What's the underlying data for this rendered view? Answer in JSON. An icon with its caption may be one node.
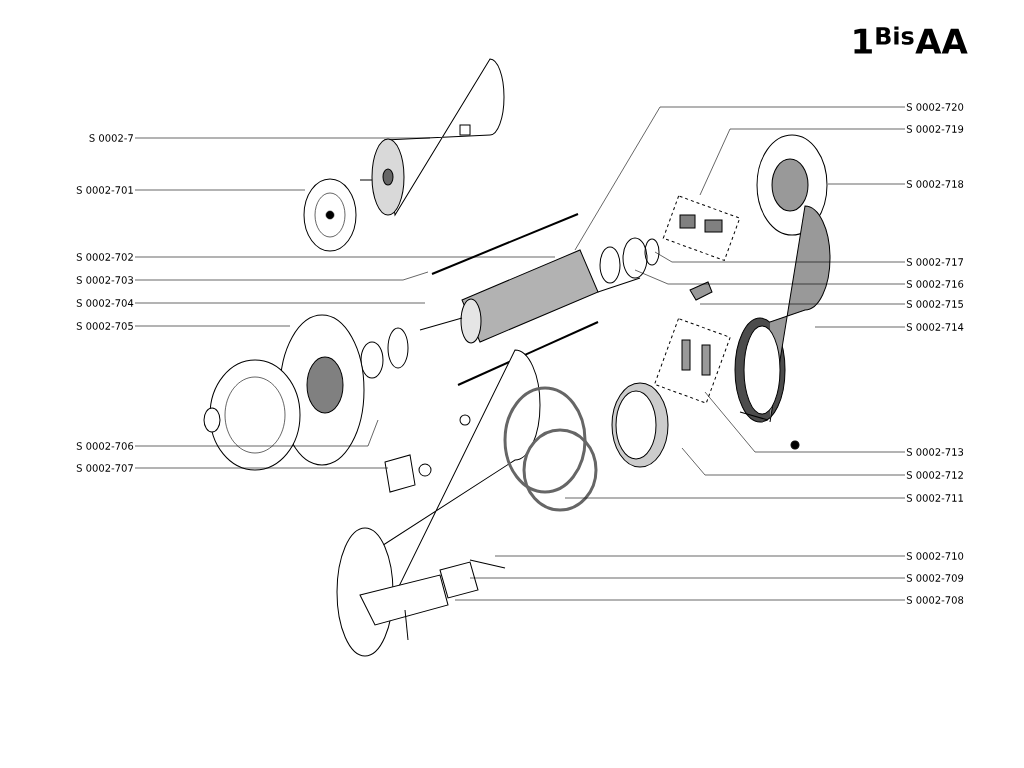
{
  "diagram": {
    "title": "1$^{Bis}$AA",
    "nodes": [
      {
        "text": [
          "S 0002-7"
        ]
      },
      {
        "text": [
          "S 0002-701"
        ]
      },
      {
        "text": [
          "S 0002-702"
        ]
      },
      {
        "text": [
          "S 0002-703"
        ]
      },
      {
        "text": [
          "S 0002-704"
        ]
      },
      {
        "text": [
          "S 0002-705"
        ]
      },
      {
        "text": [
          "S 0002-706"
        ]
      },
      {
        "text": [
          "S 0002-707"
        ]
      },
      {
        "text": [
          "S 0002-720"
        ]
      },
      {
        "text": [
          "S 0002-719"
        ]
      },
      {
        "text": [
          "S 0002-718"
        ]
      },
      {
        "text": [
          "S 0002-717"
        ]
      },
      {
        "text": [
          "S 0002-716"
        ]
      },
      {
        "text": [
          "S 0002-715"
        ]
      },
      {
        "text": [
          "S 0002-714"
        ]
      },
      {
        "text": [
          "S 0002-713"
        ]
      },
      {
        "text": [
          "S 0002-712"
        ]
      },
      {
        "text": [
          "S 0002-711"
        ]
      },
      {
        "text": [
          "S 0002-710"
        ]
      },
      {
        "text": [
          "S 0002-709"
        ]
      },
      {
        "text": [
          "S 0002-708"
        ]
      }
    ],
    "edges": [
      {
        "from": 0,
        "to": null,
        "arrow": "none"
      },
      {
        "from": 1,
        "to": null,
        "arrow": "none"
      },
      {
        "from": 2,
        "to": null,
        "arrow": "none"
      },
      {
        "from": 3,
        "to": null,
        "arrow": "none"
      },
      {
        "from": 4,
        "to": null,
        "arrow": "none"
      },
      {
        "from": 5,
        "to": null,
        "arrow": "none"
      },
      {
        "from": 6,
        "to": null,
        "arrow": "none"
      },
      {
        "from": 7,
        "to": null,
        "arrow": "none"
      },
      {
        "from": 8,
        "to": null,
        "arrow": "none"
      },
      {
        "from": 9,
        "to": null,
        "arrow": "none"
      },
      {
        "from": 10,
        "to": null,
        "arrow": "none"
      },
      {
        "from": 11,
        "to": null,
        "arrow": "none"
      },
      {
        "from": 12,
        "to": null,
        "arrow": "none"
      },
      {
        "from": 13,
        "to": null,
        "arrow": "none"
      },
      {
        "from": 14,
        "to": null,
        "arrow": "none"
      },
      {
        "from": 15,
        "to": null,
        "arrow": "none"
      },
      {
        "from": 16,
        "to": null,
        "arrow": "none"
      },
      {
        "from": 17,
        "to": null,
        "arrow": "none"
      },
      {
        "from": 18,
        "to": null,
        "arrow": "none"
      },
      {
        "from": 19,
        "to": null,
        "arrow": "none"
      },
      {
        "from": 20,
        "to": null,
        "arrow": "none"
      }
    ]
  }
}
